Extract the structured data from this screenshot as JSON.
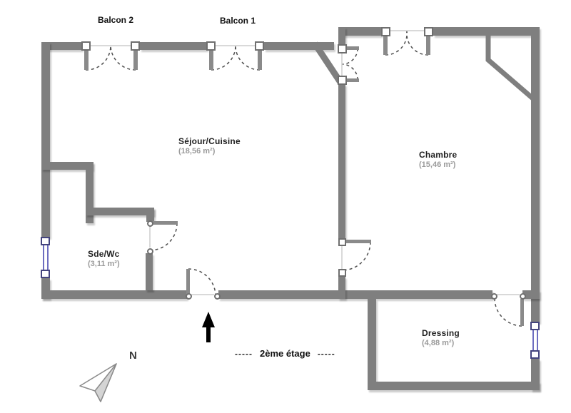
{
  "plan": {
    "balconies": [
      {
        "label": "Balcon 2"
      },
      {
        "label": "Balcon 1"
      }
    ],
    "rooms": [
      {
        "name": "Séjour/Cuisine",
        "area": "(18,56 m²)"
      },
      {
        "name": "Chambre",
        "area": "(15,46 m²)"
      },
      {
        "name": "Sde/Wc",
        "area": "(3,11 m²)"
      },
      {
        "name": "Dressing",
        "area": "(4,88 m²)"
      }
    ],
    "floor": {
      "dashes": "-----",
      "label": "2ème étage"
    },
    "compass": {
      "label": "N"
    },
    "colors": {
      "wall": "#7f7f7f",
      "window_frame": "#44447e",
      "window_glass": "#6d6dc0",
      "room_name": "#1f1f1f",
      "room_area": "#9b9b9b",
      "door_arc": "#4f4f4f",
      "entrance_arrow": "#000000"
    }
  }
}
